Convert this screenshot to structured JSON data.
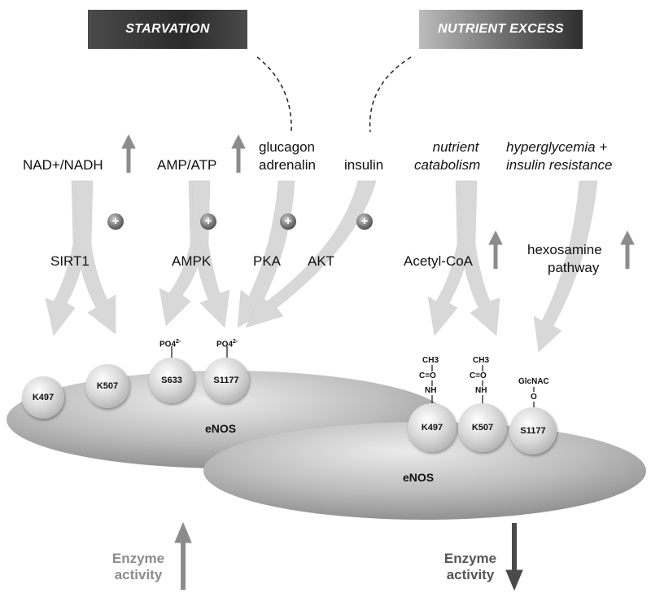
{
  "headers": {
    "starvation": "STARVATION",
    "excess": "NUTRIENT EXCESS"
  },
  "signals": {
    "nad": "NAD+/NADH",
    "amp": "AMP/ATP",
    "glucagon": "glucagon",
    "adrenalin": "adrenalin",
    "insulin": "insulin",
    "nutrient": "nutrient",
    "catabolism": "catabolism",
    "hyperglycemia": "hyperglycemia +",
    "insulin_resistance": "insulin resistance"
  },
  "mediators": {
    "sirt1": "SIRT1",
    "ampk": "AMPK",
    "pka": "PKA",
    "akt": "AKT",
    "acetyl_coa": "Acetyl-CoA",
    "hexosamine": "hexosamine",
    "pathway": "pathway"
  },
  "plus_symbol": "+",
  "left_sites": {
    "k497": "K497",
    "k507": "K507",
    "s633": "S633",
    "s1177": "S1177"
  },
  "right_sites": {
    "k497": "K497",
    "k507": "K507",
    "s1177": "S1177"
  },
  "modifications": {
    "po4": "PO4",
    "po4_charge": "2-",
    "ch3": "CH3",
    "co": "C=O",
    "nh": "NH",
    "glcnac": "GlcNAC",
    "o": "O"
  },
  "enzyme": {
    "left": "eNOS",
    "right": "eNOS"
  },
  "activity": {
    "left_line1": "Enzyme",
    "left_line2": "activity",
    "right_line1": "Enzyme",
    "right_line2": "activity"
  },
  "colors": {
    "flow_arrow": "#d6d6d6",
    "up_arrow": "#8c8c8c",
    "down_arrow": "#4a4a4a",
    "left_activity_text": "#8c8c8c",
    "right_activity_text": "#555555",
    "ellipse_light": "#e4e4e4",
    "ellipse_dark": "#8e8e8e"
  }
}
